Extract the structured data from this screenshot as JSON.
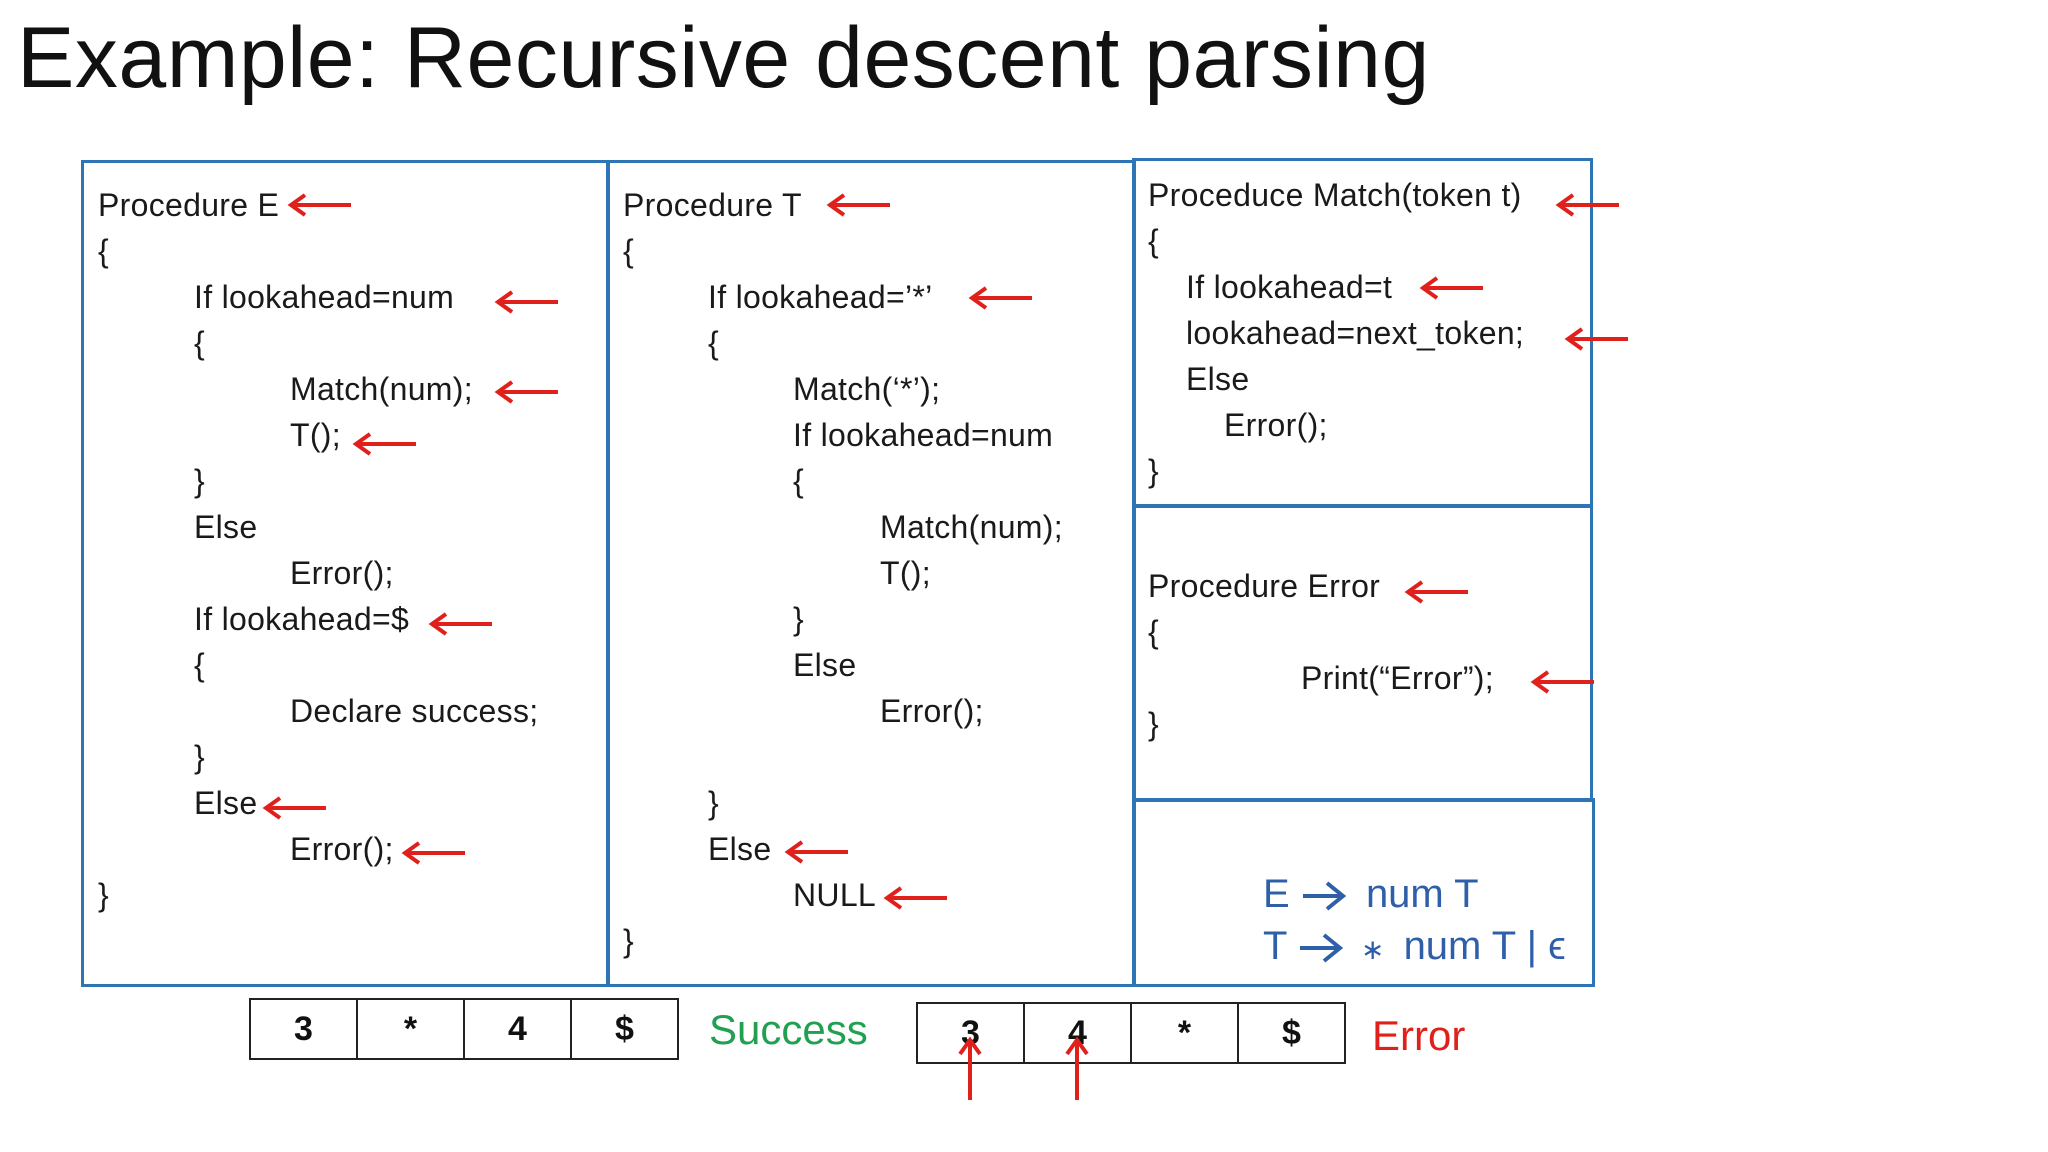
{
  "title": "Example: Recursive descent parsing",
  "procedure_e": {
    "lines": [
      "Procedure E",
      "{",
      "If lookahead=num",
      "{",
      "Match(num);",
      "T();",
      "}",
      "Else",
      "Error();",
      "If lookahead=$",
      "{",
      "Declare success;",
      "}",
      "Else",
      "Error();",
      "}"
    ]
  },
  "procedure_t": {
    "lines": [
      "Procedure T",
      "{",
      "If lookahead=’*’",
      "{",
      "Match(‘*’);",
      "If lookahead=num",
      "{",
      "Match(num);",
      "T();",
      "}",
      "Else",
      "Error();",
      "}",
      "Else",
      "NULL",
      "}"
    ]
  },
  "procedure_match": {
    "lines": [
      "Proceduce Match(token t)",
      "{",
      "If lookahead=t",
      "lookahead=next_token;",
      "Else",
      "Error();",
      "}"
    ]
  },
  "procedure_error": {
    "lines": [
      "Procedure Error",
      "{",
      "Print(“Error”);",
      "}"
    ]
  },
  "grammar": {
    "rule1_lhs": "E",
    "rule1_rhs": "num  T",
    "rule2_lhs": "T",
    "rule2_star": "∗",
    "rule2_rhs": "num T | ϵ"
  },
  "input_success": {
    "tokens": [
      "3",
      "*",
      "4",
      "$"
    ],
    "status": "Success"
  },
  "input_error": {
    "tokens": [
      "3",
      "4",
      "*",
      "$"
    ],
    "status": "Error"
  },
  "colors": {
    "arrow_red": "#e0201b",
    "box_blue": "#2e75b6",
    "grammar_blue": "#2e5fa8",
    "success_green": "#20a050",
    "error_red": "#e0201b"
  }
}
